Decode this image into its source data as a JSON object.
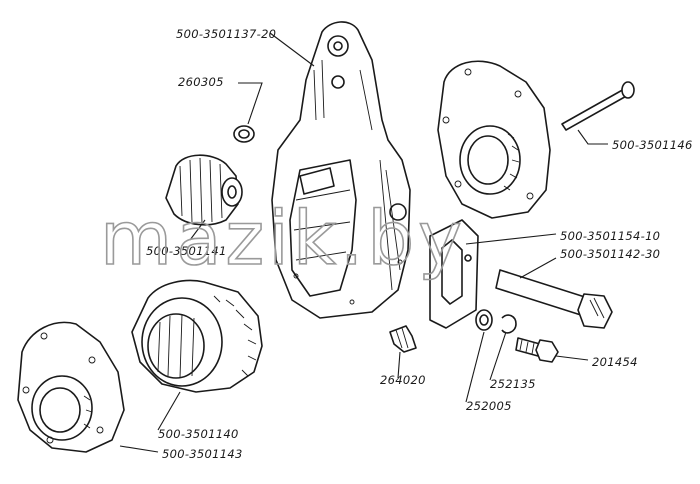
{
  "watermark": "mazik.by",
  "callouts": [
    {
      "id": "arm",
      "label": "500-3501137-20"
    },
    {
      "id": "washer-top",
      "label": "260305"
    },
    {
      "id": "worm",
      "label": "500-3501141"
    },
    {
      "id": "cover-right",
      "label": ""
    },
    {
      "id": "pin",
      "label": "500-3501146"
    },
    {
      "id": "plate",
      "label": "500-3501154-10"
    },
    {
      "id": "shaft",
      "label": "500-3501142-30"
    },
    {
      "id": "grease-fitting",
      "label": "264020"
    },
    {
      "id": "washer-spring",
      "label": "252135"
    },
    {
      "id": "washer-flat",
      "label": "252005"
    },
    {
      "id": "bolt",
      "label": "201454"
    },
    {
      "id": "gear",
      "label": "500-3501140"
    },
    {
      "id": "cover-left",
      "label": "500-3501143"
    }
  ]
}
